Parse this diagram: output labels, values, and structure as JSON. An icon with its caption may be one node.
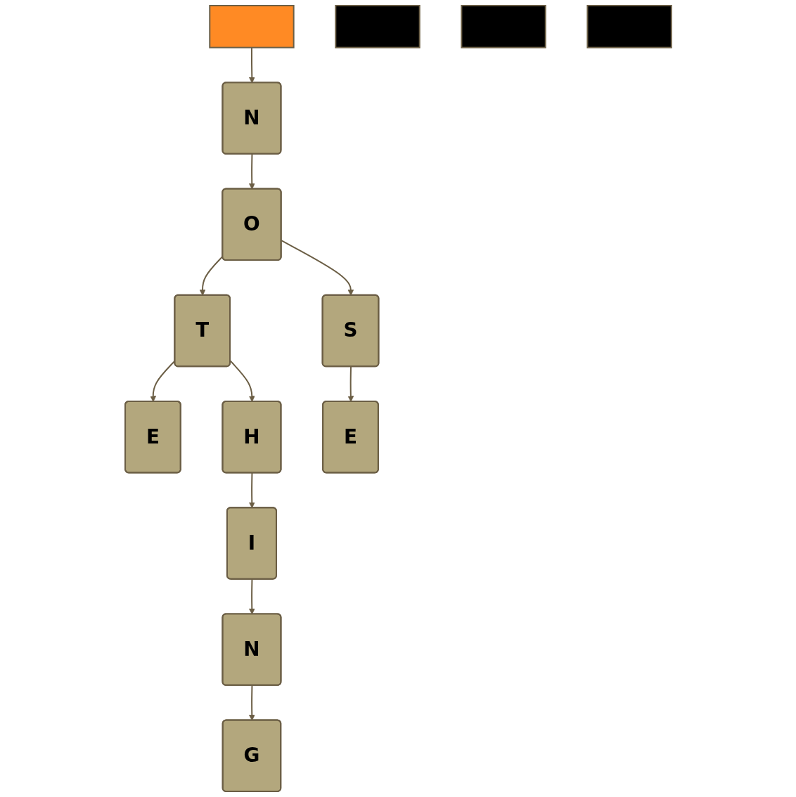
{
  "diagram": {
    "nodes": [
      {
        "text": [],
        "shape": "box"
      },
      {
        "text": [
          "N"
        ]
      },
      {
        "text": [],
        "shape": "box"
      },
      {
        "text": [
          "O"
        ]
      },
      {
        "text": [],
        "shape": "box"
      },
      {
        "text": [
          "T"
        ]
      },
      {
        "text": [],
        "shape": "box"
      },
      {
        "text": [
          "S"
        ]
      },
      {
        "text": [
          "E"
        ]
      },
      {
        "text": [
          "H"
        ]
      },
      {
        "text": [
          "E"
        ]
      },
      {
        "text": [
          "I"
        ]
      },
      {
        "text": [
          "N"
        ]
      },
      {
        "text": [
          "G"
        ]
      }
    ],
    "edges": [
      {
        "from": 0,
        "to": 1,
        "arrow": "to"
      },
      {
        "from": 1,
        "to": 3,
        "arrow": "to"
      },
      {
        "from": 3,
        "to": 5,
        "arrow": "to"
      },
      {
        "from": 3,
        "to": 7,
        "arrow": "to"
      },
      {
        "from": 5,
        "to": 8,
        "arrow": "to"
      },
      {
        "from": 5,
        "to": 9,
        "arrow": "to"
      },
      {
        "from": 7,
        "to": 10,
        "arrow": "to"
      },
      {
        "from": 9,
        "to": 11,
        "arrow": "to"
      },
      {
        "from": 11,
        "to": 12,
        "arrow": "to"
      },
      {
        "from": 12,
        "to": 13,
        "arrow": "to"
      }
    ]
  }
}
